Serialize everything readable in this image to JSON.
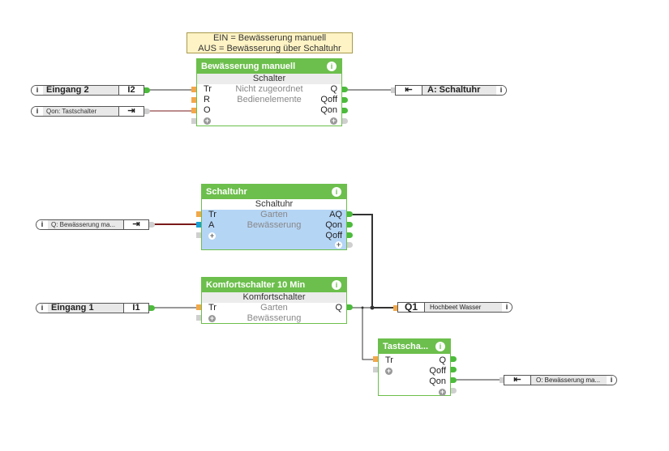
{
  "note": {
    "line1": "EIN = Bewässerung manuell",
    "line2": "AUS = Bewässerung über Schaltuhr"
  },
  "blocks": {
    "manuell": {
      "title": "Bewässerung manuell",
      "type": "Schalter",
      "inputs": [
        "Tr",
        "R",
        "O"
      ],
      "outputs": [
        "Q",
        "Qoff",
        "Qon"
      ],
      "center": [
        "Nicht zugeordnet",
        "Bedienelemente"
      ]
    },
    "schaltuhr": {
      "title": "Schaltuhr",
      "type": "Schaltuhr",
      "inputs": [
        "Tr",
        "A"
      ],
      "outputs": [
        "AQ",
        "Qon",
        "Qoff"
      ],
      "center": [
        "Garten",
        "Bewässerung"
      ]
    },
    "komfort": {
      "title": "Komfortschalter 10 Min",
      "type": "Komfortschalter",
      "inputs": [
        "Tr"
      ],
      "outputs": [
        "Q"
      ],
      "center": [
        "Garten",
        "Bewässerung"
      ]
    },
    "tast": {
      "title": "Tastscha...",
      "inputs": [
        "Tr"
      ],
      "outputs": [
        "Q",
        "Qoff",
        "Qon"
      ]
    }
  },
  "inputs": {
    "eingang2": {
      "label": "Eingang 2",
      "code": "I2"
    },
    "qon_tast": {
      "label": "Qon: Tastschalter"
    },
    "q_bew": {
      "label": "Q:  Bewässerung  ma..."
    },
    "eingang1": {
      "label": "Eingang 1",
      "code": "I1"
    }
  },
  "outputs": {
    "a_schaltuhr": {
      "label": "A: Schaltuhr"
    },
    "q1": {
      "code": "Q1",
      "label": "Hochbeet Wasser"
    },
    "o_bew": {
      "label": "O:  Bewässerung  ma..."
    }
  },
  "icons": {
    "info": "i",
    "plus": "+",
    "input-ref": "⇥",
    "output-ref": "⇤"
  }
}
